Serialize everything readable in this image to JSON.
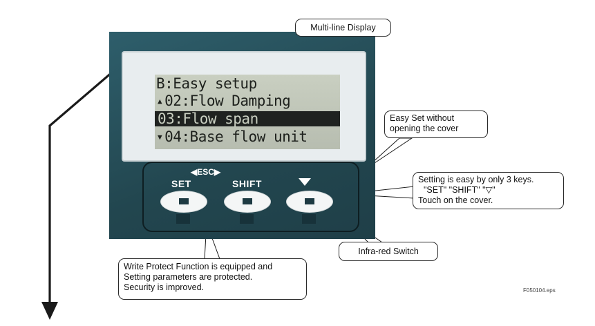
{
  "display": {
    "lines": [
      {
        "prefix": "",
        "text": "B:Easy setup"
      },
      {
        "prefix": "▲",
        "text": "02:Flow Damping"
      },
      {
        "prefix": "",
        "text": "03:Flow span"
      },
      {
        "prefix": "▼",
        "text": "04:Base flow unit"
      }
    ],
    "highlighted_line": 2
  },
  "keys": {
    "esc_label": "◀ESC▶",
    "set_label": "SET",
    "shift_label": "SHIFT",
    "down_label": "▼"
  },
  "callouts": {
    "multi_line_display": "Multi-line Display",
    "easy_set": [
      "Easy Set without",
      "opening the cover"
    ],
    "three_keys": [
      "Setting is easy by only 3 keys.",
      "\"SET\" \"SHIFT\" \"▽\"",
      "Touch on the cover."
    ],
    "infra_red": "Infra-red Switch",
    "write_protect": [
      "Write Protect Function is equipped and",
      "Setting parameters are protected.",
      "Security is improved."
    ]
  },
  "file_label": "F050104.eps",
  "colors": {
    "panel": "#27505b",
    "lcd_background": "#bfc5b8",
    "lcd_text": "#1e211d",
    "callout_border": "#2a2a2a"
  }
}
